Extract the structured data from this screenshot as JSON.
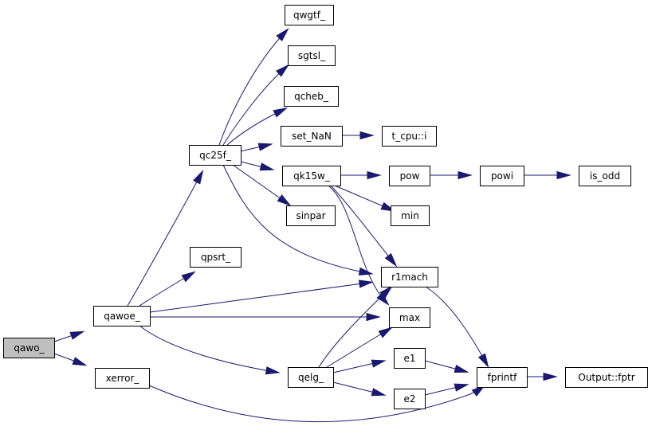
{
  "title": "Call graph of qawo_",
  "colors": {
    "edge": "#191970",
    "root_fill": "#bfbfbf",
    "node_fill": "#ffffff",
    "node_border": "#000000"
  },
  "nodes": [
    {
      "id": "qawo_",
      "label": "qawo_",
      "root": true
    },
    {
      "id": "qawoe_",
      "label": "qawoe_"
    },
    {
      "id": "xerror_",
      "label": "xerror_"
    },
    {
      "id": "qc25f_",
      "label": "qc25f_"
    },
    {
      "id": "qpsrt_",
      "label": "qpsrt_"
    },
    {
      "id": "qelg_",
      "label": "qelg_"
    },
    {
      "id": "qwgtf_",
      "label": "qwgtf_"
    },
    {
      "id": "sgtsl_",
      "label": "sgtsl_"
    },
    {
      "id": "qcheb_",
      "label": "qcheb_"
    },
    {
      "id": "set_NaN",
      "label": "set_NaN"
    },
    {
      "id": "qk15w_",
      "label": "qk15w_"
    },
    {
      "id": "sinpar",
      "label": "sinpar"
    },
    {
      "id": "t_cpu_i",
      "label": "t_cpu::i"
    },
    {
      "id": "pow",
      "label": "pow"
    },
    {
      "id": "powi",
      "label": "powi"
    },
    {
      "id": "is_odd",
      "label": "is_odd"
    },
    {
      "id": "min",
      "label": "min"
    },
    {
      "id": "r1mach",
      "label": "r1mach"
    },
    {
      "id": "max",
      "label": "max"
    },
    {
      "id": "e1",
      "label": "e1"
    },
    {
      "id": "e2",
      "label": "e2"
    },
    {
      "id": "fprintf",
      "label": "fprintf"
    },
    {
      "id": "output_fptr",
      "label": "Output::fptr"
    }
  ],
  "edges": [
    {
      "from": "qawo_",
      "to": "qawoe_"
    },
    {
      "from": "qawo_",
      "to": "xerror_"
    },
    {
      "from": "qawoe_",
      "to": "qc25f_"
    },
    {
      "from": "qawoe_",
      "to": "qpsrt_"
    },
    {
      "from": "qawoe_",
      "to": "r1mach"
    },
    {
      "from": "qawoe_",
      "to": "max"
    },
    {
      "from": "qawoe_",
      "to": "qelg_"
    },
    {
      "from": "xerror_",
      "to": "fprintf"
    },
    {
      "from": "qc25f_",
      "to": "qwgtf_"
    },
    {
      "from": "qc25f_",
      "to": "sgtsl_"
    },
    {
      "from": "qc25f_",
      "to": "qcheb_"
    },
    {
      "from": "qc25f_",
      "to": "set_NaN"
    },
    {
      "from": "qc25f_",
      "to": "qk15w_"
    },
    {
      "from": "qc25f_",
      "to": "sinpar"
    },
    {
      "from": "qc25f_",
      "to": "r1mach"
    },
    {
      "from": "set_NaN",
      "to": "t_cpu_i"
    },
    {
      "from": "qk15w_",
      "to": "pow"
    },
    {
      "from": "qk15w_",
      "to": "min"
    },
    {
      "from": "qk15w_",
      "to": "r1mach"
    },
    {
      "from": "qk15w_",
      "to": "max"
    },
    {
      "from": "pow",
      "to": "powi"
    },
    {
      "from": "powi",
      "to": "is_odd"
    },
    {
      "from": "r1mach",
      "to": "fprintf"
    },
    {
      "from": "qelg_",
      "to": "r1mach"
    },
    {
      "from": "qelg_",
      "to": "max"
    },
    {
      "from": "qelg_",
      "to": "e1"
    },
    {
      "from": "qelg_",
      "to": "e2"
    },
    {
      "from": "e1",
      "to": "fprintf"
    },
    {
      "from": "e2",
      "to": "fprintf"
    },
    {
      "from": "fprintf",
      "to": "output_fptr"
    }
  ]
}
